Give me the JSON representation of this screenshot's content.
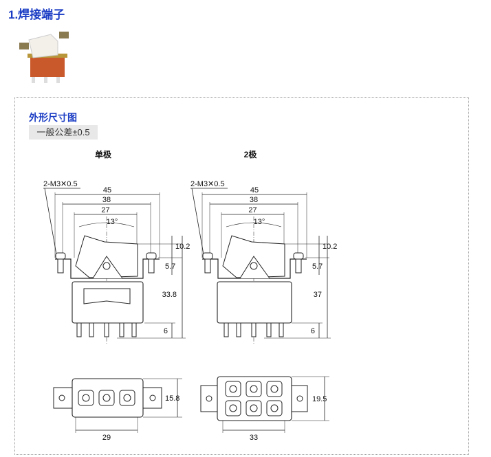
{
  "title": "1.焊接端子",
  "section_title": "外形尺寸图",
  "tolerance": "一般公差±0.5",
  "views": [
    {
      "label": "单极",
      "thread": "2-M3✕0.5",
      "dims": {
        "w1": "45",
        "w2": "38",
        "w3": "27",
        "angle": "13°",
        "h1": "10.2",
        "h2": "5.7",
        "h3": "33.8",
        "h4": "6",
        "bw": "29",
        "bh": "15.8"
      }
    },
    {
      "label": "2极",
      "thread": "2-M3✕0.5",
      "dims": {
        "w1": "45",
        "w2": "38",
        "w3": "27",
        "angle": "13°",
        "h1": "10.2",
        "h2": "5.7",
        "h3": "37",
        "h4": "6",
        "bw": "33",
        "bh": "19.5"
      }
    }
  ]
}
